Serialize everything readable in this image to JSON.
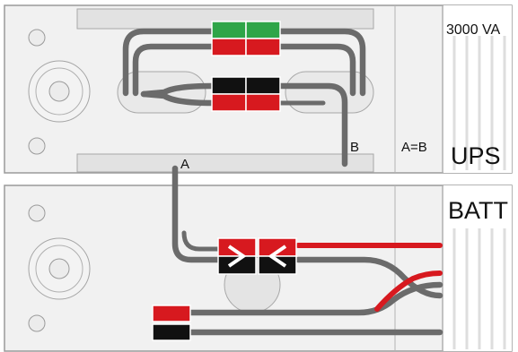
{
  "ups": {
    "capacity_label": "3000 VA",
    "name_label": "UPS"
  },
  "batt": {
    "name_label": "BATT"
  },
  "labels": {
    "a": "A",
    "b": "B",
    "equality": "A=B"
  },
  "colors": {
    "panel_fill": "#f0f0f0",
    "panel_stroke": "#9a9a9a",
    "cable": "#6b6b6b",
    "connector_red": "#d7191f",
    "connector_green": "#2fa548",
    "connector_black": "#111111"
  }
}
